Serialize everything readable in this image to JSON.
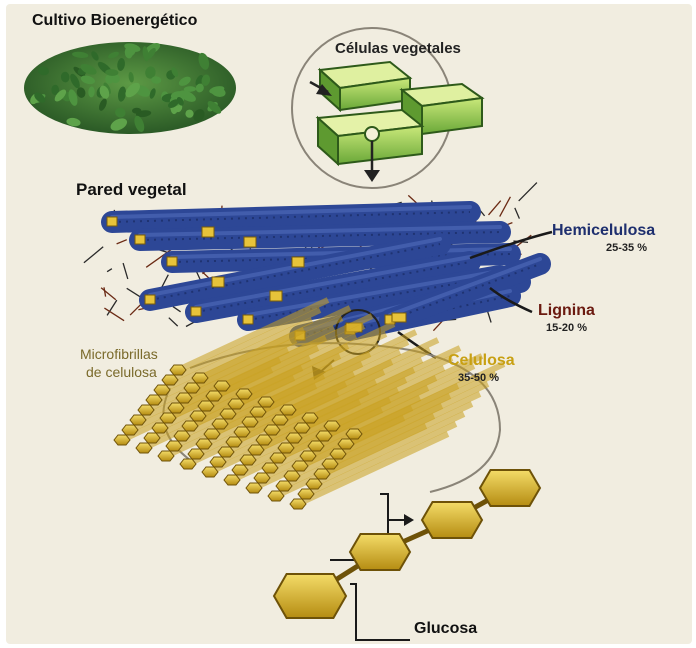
{
  "labels": {
    "cultivo": "Cultivo Bioenergético",
    "celulas": "Células vegetales",
    "pared": "Pared vegetal",
    "hemicelulosa": "Hemicelulosa",
    "hemicelulosa_pct": "25-35 %",
    "lignina": "Lignina",
    "lignina_pct": "15-20 %",
    "microfibrillas_1": "Microfibrillas",
    "microfibrillas_2": "de celulosa",
    "celulosa": "Celulosa",
    "celulosa_pct": "35-50 %",
    "glucosa": "Glucosa"
  },
  "colors": {
    "background": "#f1ede0",
    "leaf_green": "#3d7a35",
    "cell_green": "#7ec24a",
    "fibril_blue": "#2d4796",
    "lignin_brown": "#6b2a14",
    "cellulose_gold": "#d8b22a",
    "label_gold": "#c8a012",
    "label_olive": "#7a6a2a",
    "hemicelulosa_text": "#1e2f6e",
    "lignina_text": "#6b1a10"
  }
}
